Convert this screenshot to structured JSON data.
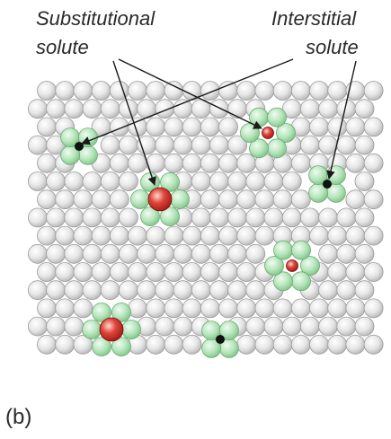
{
  "labels": {
    "substitutional_line1": "Substitutional",
    "substitutional_line2": "solute",
    "interstitial_line1": "Interstitial",
    "interstitial_line2": "solute",
    "panel": "(b)"
  },
  "colors": {
    "host_atom": "#e6e6e6",
    "host_atom_edge": "#9a9a9a",
    "strained_atom": "#b6e6bc",
    "strained_atom_edge": "#6aa972",
    "solute_atom": "#d8322c",
    "interstitial_atom": "#111111",
    "arrow": "#1a1a1a"
  },
  "lattice": {
    "rows": 15,
    "columns": 19,
    "stagger": "alternate rows offset by half an atom"
  },
  "defects": [
    {
      "kind": "interstitial",
      "label": "Interstitial solute"
    },
    {
      "kind": "substitutional-small",
      "label": "Substitutional solute"
    },
    {
      "kind": "substitutional-large",
      "label": "Substitutional solute"
    },
    {
      "kind": "interstitial",
      "label": "Interstitial solute"
    },
    {
      "kind": "substitutional-small"
    },
    {
      "kind": "substitutional-large"
    },
    {
      "kind": "interstitial"
    }
  ]
}
